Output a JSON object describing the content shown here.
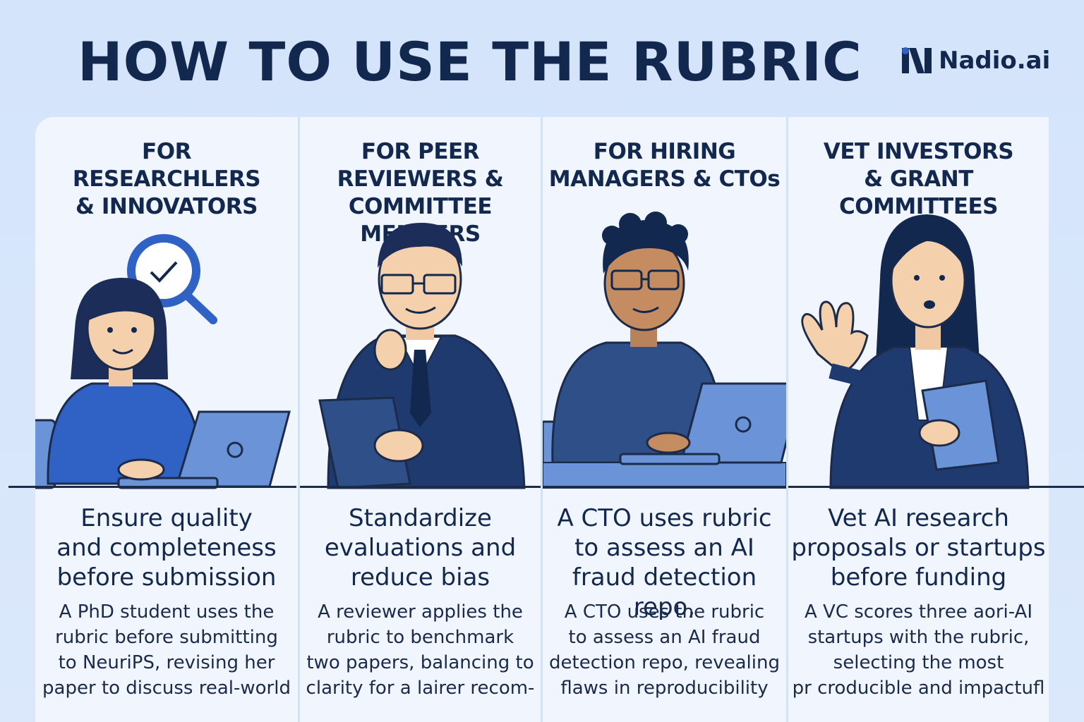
{
  "header": {
    "title": "HOW TO USE THE RUBRIC",
    "logo_text": "Nadio.ai",
    "logo_icon": "nadio-n-logo-icon"
  },
  "colors": {
    "navy": "#13284f",
    "accent_blue": "#2f62c4",
    "laptop_blue": "#6a93d8",
    "panel_bg": "#edf3fd"
  },
  "columns": [
    {
      "heading": "FOR\nRESEARCHLERS\n& INNOVATORS",
      "illustration": "woman-with-laptop-and-magnifier-icon",
      "lead": "Ensure quality\nand completeness\nbefore submission",
      "body": "A PhD student uses the\nrubric before submitting\nto NeuriPS, revising her\npaper to discuss real-world"
    },
    {
      "heading": "FOR PEER\nREVIEWERS &\nCOMMITTEE MEMBERS",
      "illustration": "man-in-suit-with-tablet-icon",
      "lead": "Standardize\nevaluations and\nreduce bias",
      "body": "A reviewer applies the\nrubric to benchmark\ntwo papers, balancing to\nclarity for a lairer recom-"
    },
    {
      "heading": "FOR HIRING\nMANAGERS & CTOs",
      "illustration": "man-with-laptop-icon",
      "lead": "A CTO uses rubric\nto assess an AI\nfraud detection repo,",
      "body": "A CTO uses the rubric\nto assess an AI fraud\ndetection repo, revealing\nflaws in reproducibility"
    },
    {
      "heading": "VET INVESTORS\n& GRANT COMMITTEES",
      "illustration": "woman-with-folder-gesturing-icon",
      "lead": "Vet AI research\nproposals or startups\nbefore funding",
      "body": "A VC scores three aori-AI\nstartups with the rubric,\nselecting the most\npr croducible and impactufl"
    }
  ]
}
